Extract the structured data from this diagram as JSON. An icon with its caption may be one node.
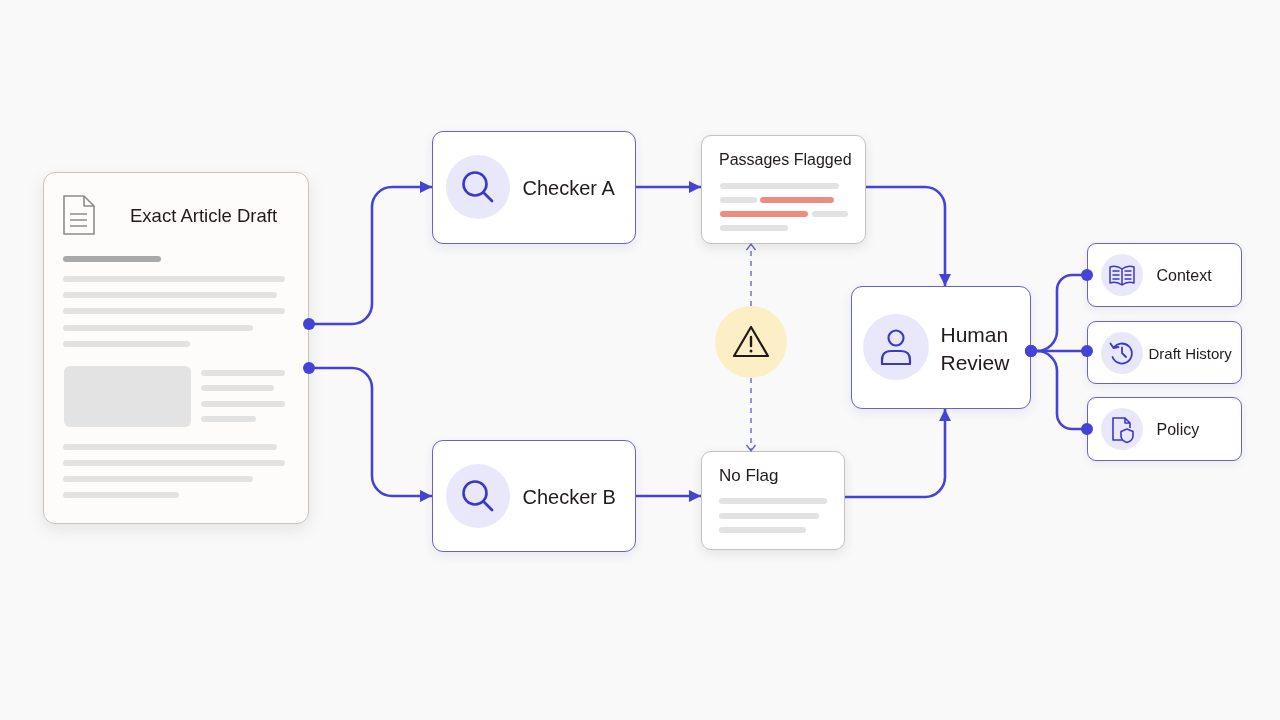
{
  "diagram": {
    "nodes": [
      {
        "text": [
          "Exact Article Draft"
        ]
      },
      {
        "text": [
          "Checker A"
        ]
      },
      {
        "text": [
          "Passages Flagged"
        ]
      },
      {
        "text": [],
        "shape": "circle"
      },
      {
        "text": [
          "Checker B"
        ]
      },
      {
        "text": [
          "No Flag"
        ]
      },
      {
        "text": [
          "Human Review"
        ]
      },
      {
        "text": [
          "Context"
        ]
      },
      {
        "text": [
          "Draft History"
        ]
      },
      {
        "text": [
          "Policy"
        ]
      }
    ],
    "edges": [
      {
        "from": 0,
        "to": 1,
        "arrow": "to"
      },
      {
        "from": 0,
        "to": 4,
        "arrow": "to"
      },
      {
        "from": 1,
        "to": 2,
        "arrow": "to"
      },
      {
        "from": 4,
        "to": 5,
        "arrow": "to"
      },
      {
        "from": 2,
        "to": 6,
        "arrow": "to"
      },
      {
        "from": 5,
        "to": 6,
        "arrow": "to"
      },
      {
        "from": 3,
        "to": 2,
        "arrow": "to",
        "style": "dashed"
      },
      {
        "from": 3,
        "to": 5,
        "arrow": "to",
        "style": "dashed"
      },
      {
        "from": 6,
        "to": 7,
        "arrow": "other"
      },
      {
        "from": 6,
        "to": 8,
        "arrow": "other"
      },
      {
        "from": 6,
        "to": 9,
        "arrow": "other"
      }
    ]
  }
}
